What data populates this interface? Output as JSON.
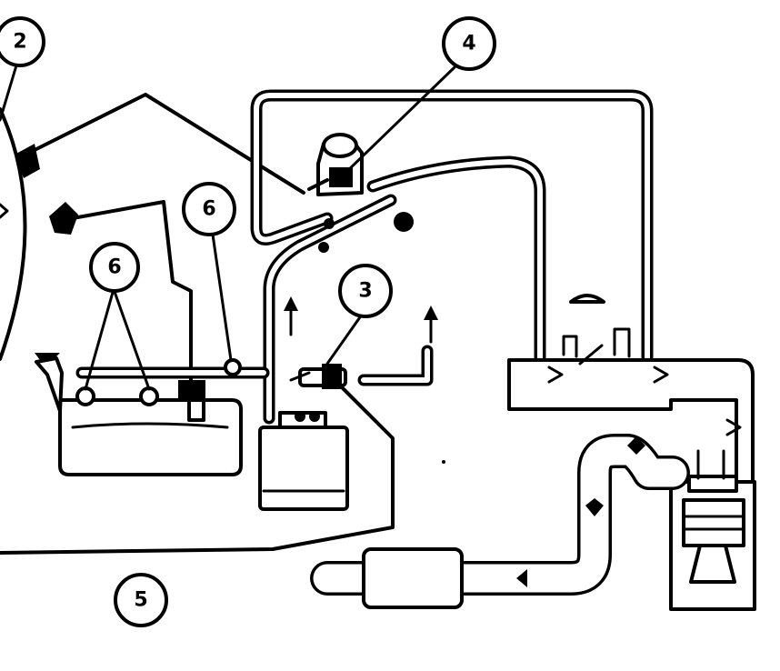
{
  "callouts": [
    {
      "id": "c2",
      "label": "2"
    },
    {
      "id": "c4",
      "label": "4"
    },
    {
      "id": "c3",
      "label": "3"
    },
    {
      "id": "c6a",
      "label": "6"
    },
    {
      "id": "c6b",
      "label": "6"
    },
    {
      "id": "c5",
      "label": "5"
    }
  ]
}
